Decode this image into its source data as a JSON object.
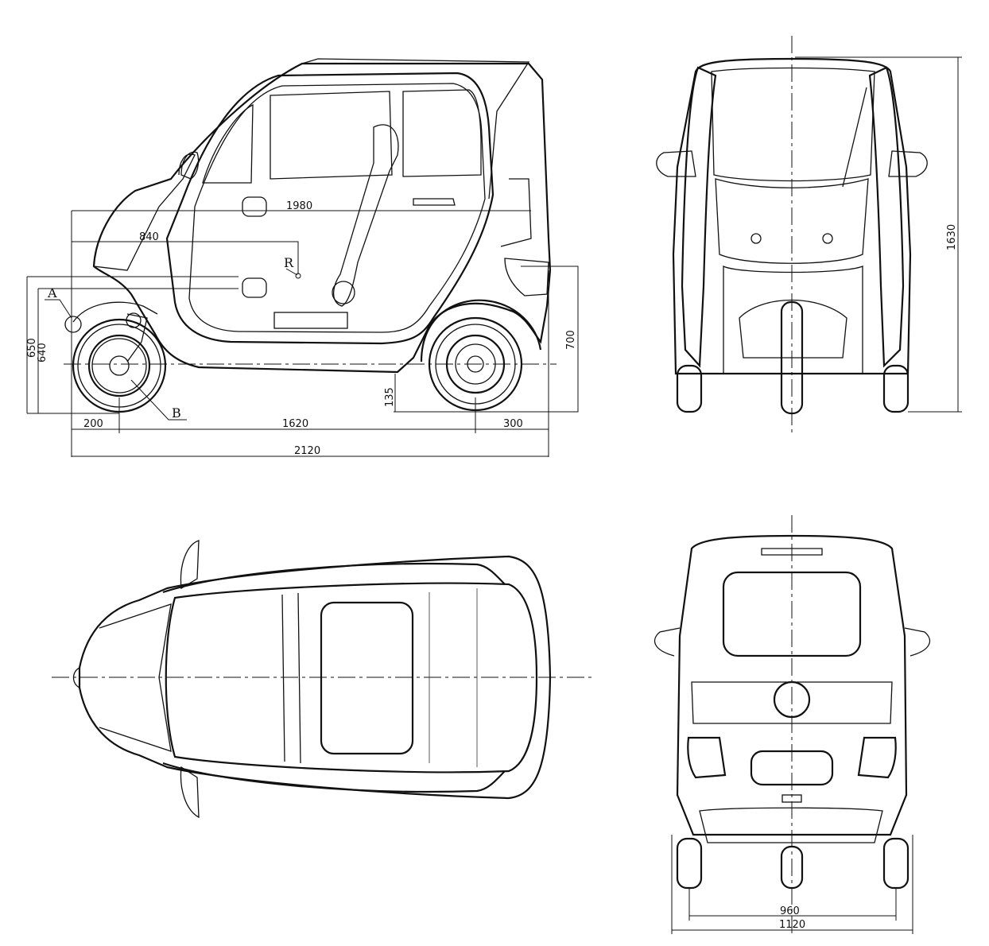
{
  "side_view": {
    "dimensions": {
      "length_1980": "1980",
      "to_r_840": "840",
      "front_overhang": "200",
      "wheelbase": "1620",
      "rear_overhang": "300",
      "overall_length": "2120",
      "height_650": "650",
      "height_640": "640",
      "height_700": "700",
      "ground_clearance": "135"
    },
    "markers": {
      "r": "R",
      "a": "A",
      "b": "B"
    }
  },
  "front_view": {
    "dimensions": {
      "overall_height": "1630"
    }
  },
  "rear_view": {
    "dimensions": {
      "track": "960",
      "overall_width": "1120"
    }
  }
}
